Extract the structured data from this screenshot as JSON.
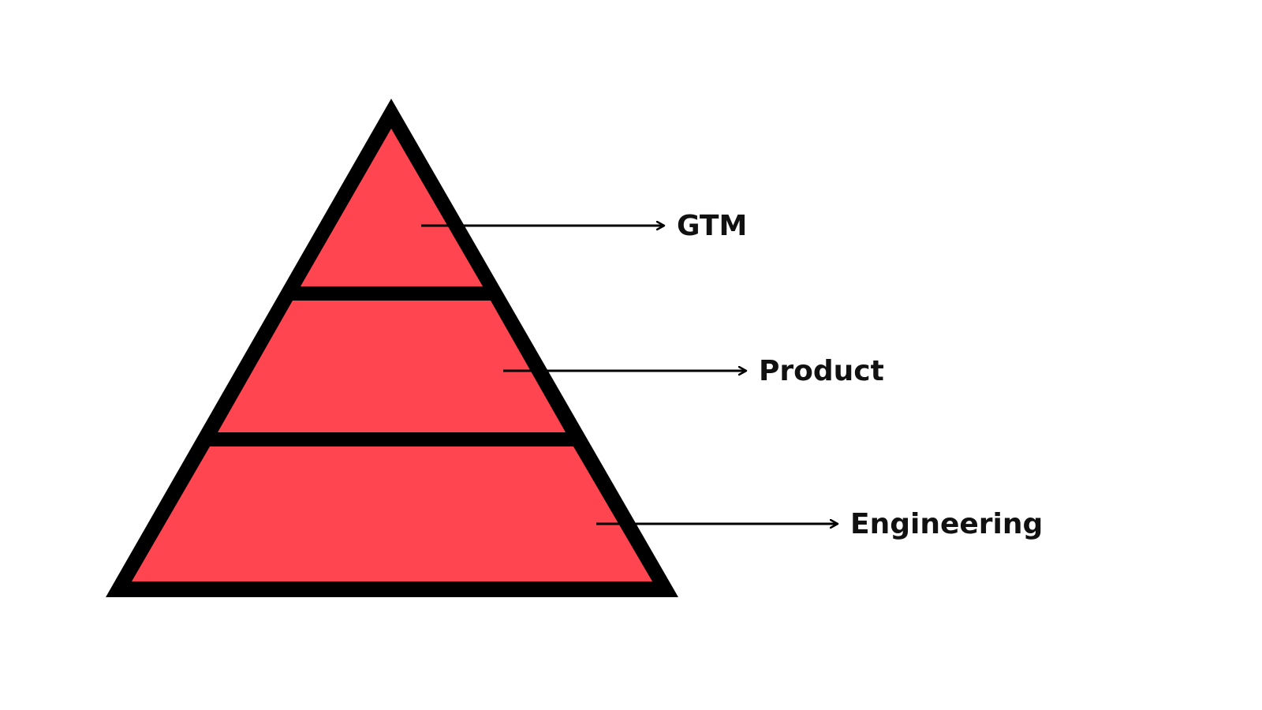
{
  "diagram": {
    "type": "pyramid",
    "tiers": [
      {
        "label": "GTM"
      },
      {
        "label": "Product"
      },
      {
        "label": "Engineering"
      }
    ]
  },
  "colors": {
    "tier_fill": "#ff4650",
    "outline": "#000000",
    "arrow": "#000000",
    "label": "#111111",
    "background": "#ffffff"
  }
}
